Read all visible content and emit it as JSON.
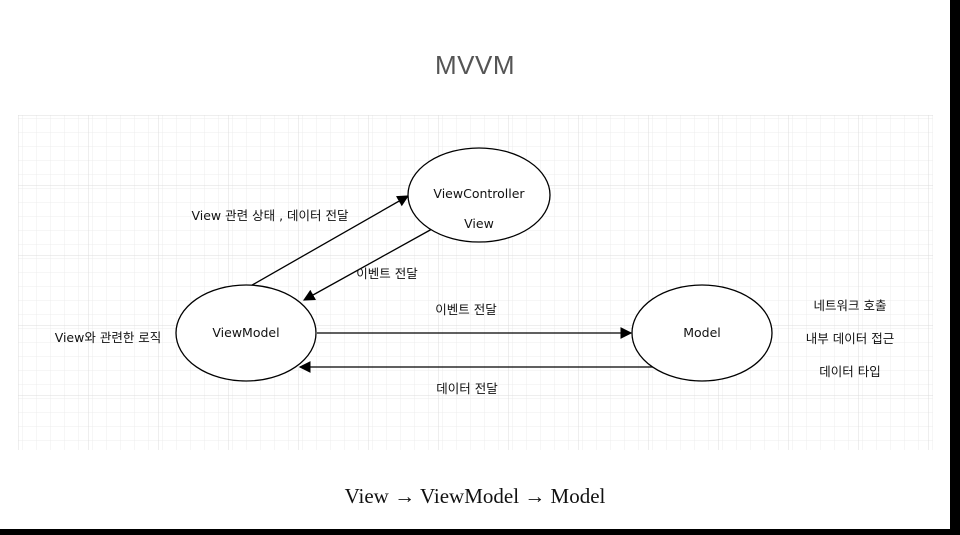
{
  "title": "MVVM",
  "nodes": {
    "view_controller": {
      "line1": "ViewController",
      "line2": "View"
    },
    "view_model": {
      "label": "ViewModel"
    },
    "model": {
      "label": "Model"
    }
  },
  "edges": {
    "vm_to_vc": "View 관련 상태 , 데이터 전달",
    "vc_to_vm": "이벤트 전달",
    "vm_to_model": "이벤트 전달",
    "model_to_vm": "데이터 전달"
  },
  "annotations": {
    "view_model_note": "View와 관련한 로직",
    "model_notes": [
      "네트워크 호출",
      "내부 데이터 접근",
      "데이터 타입"
    ]
  },
  "caption": "View → ViewModel → Model"
}
